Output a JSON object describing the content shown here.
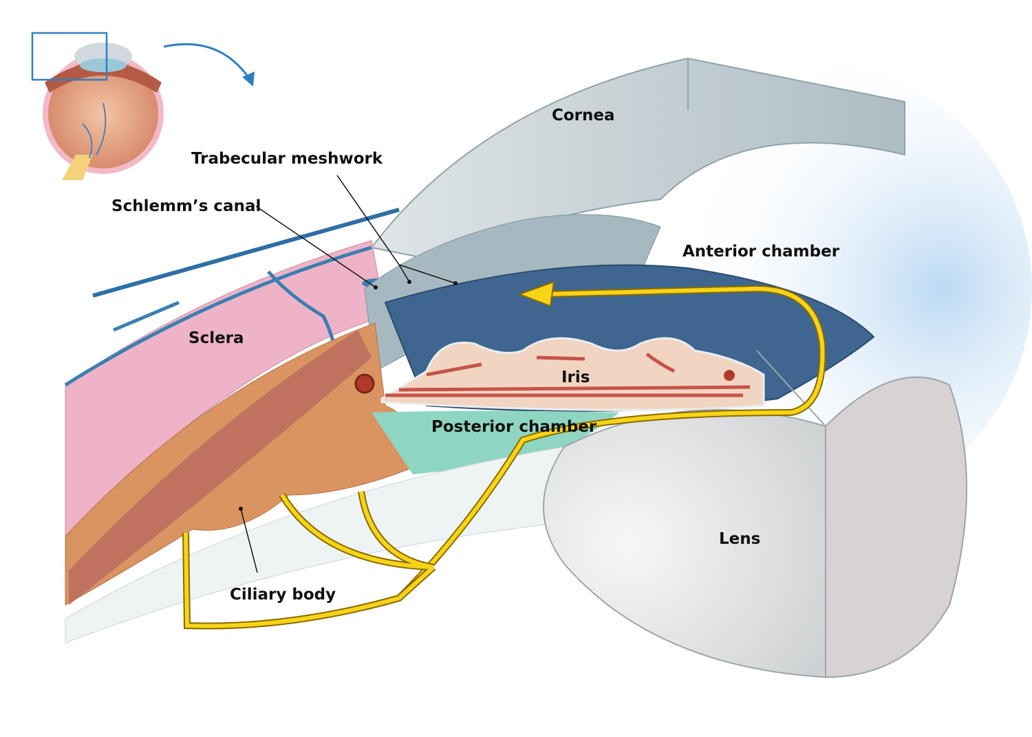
{
  "labels": {
    "cornea": "Cornea",
    "trabecular_meshwork": "Trabecular meshwork",
    "schlemms_canal": "Schlemm’s canal",
    "anterior_chamber": "Anterior chamber",
    "sclera": "Sclera",
    "iris": "Iris",
    "posterior_chamber": "Posterior chamber",
    "lens": "Lens",
    "ciliary_body": "Ciliary body"
  },
  "colors": {
    "aqueous_flow": "#f7d417",
    "sclera": "#eeb3c6",
    "iris_stroma": "#3f6690",
    "ciliary": "#d99462",
    "posterior_chamber": "#8fd6c2",
    "cornea": "#c9d4d8",
    "inset_box": "#2e7fc0"
  }
}
